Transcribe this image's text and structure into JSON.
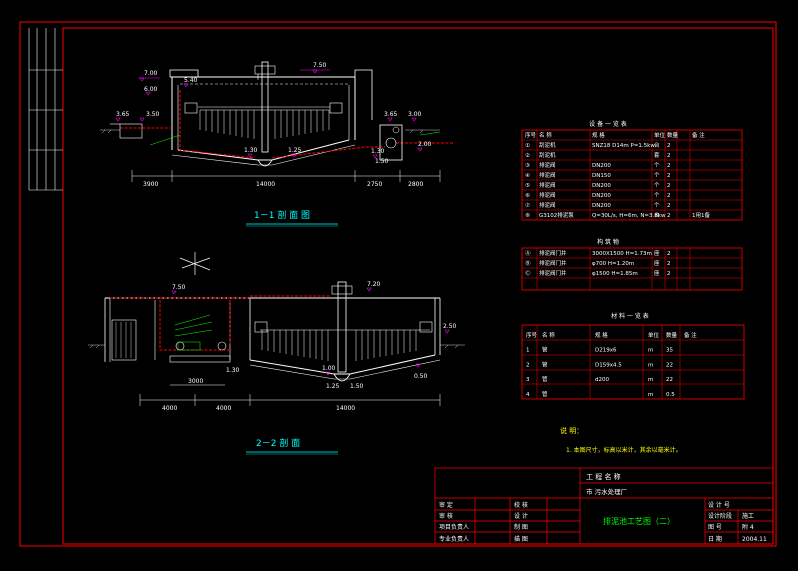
{
  "colors": {
    "background": "#000000",
    "frame": "#ff0000",
    "lines": "#ffffff",
    "levels": "#ff00ff",
    "pipe": "#ff0000",
    "detail": "#00ff00",
    "notes": "#ffff00",
    "equipment": "#00ffff"
  },
  "section1": {
    "title": "1－1 剖 面 图",
    "levels": [
      "7.00",
      "7.50",
      "6.00",
      "3.65",
      "3.50",
      "1.30",
      "1.25",
      "1.50",
      "3.65",
      "3.00",
      "2.00",
      "5.40",
      "1.30"
    ],
    "dims": [
      "3900",
      "14000",
      "2750",
      "2800"
    ]
  },
  "section2": {
    "title": "2－2 剖 面",
    "levels": [
      "7.50",
      "7.20",
      "1.00",
      "1.25",
      "1.50",
      "2.50",
      "0.50",
      "1.30"
    ],
    "dims": [
      "3000",
      "4000",
      "4000",
      "14000"
    ]
  },
  "equipment_table": {
    "title": "设 备 一 览 表",
    "headers": [
      "序号",
      "名 称",
      "规 格",
      "单位",
      "数量",
      "备 注"
    ],
    "rows": [
      [
        "①",
        "刮泥机",
        "SNZ18 D14m P=1.5kw",
        "台",
        "2",
        ""
      ],
      [
        "②",
        "刮泥机",
        "",
        "套",
        "2",
        ""
      ],
      [
        "③",
        "排泥阀",
        "DN200",
        "个",
        "2",
        ""
      ],
      [
        "④",
        "排泥阀",
        "DN150",
        "个",
        "2",
        ""
      ],
      [
        "⑤",
        "排泥阀",
        "DN200",
        "个",
        "2",
        ""
      ],
      [
        "⑥",
        "排泥阀",
        "DN200",
        "个",
        "2",
        ""
      ],
      [
        "⑦",
        "排泥阀",
        "DN200",
        "个",
        "2",
        ""
      ],
      [
        "⑧",
        "G3102排泥泵",
        "Q=30L/s, H=6m, N=3.8kw",
        "台",
        "2",
        "1用1备"
      ]
    ]
  },
  "structure_table": {
    "title": "构 筑 物",
    "rows": [
      [
        "Ⓐ",
        "排泥阀门井",
        "3000X1500 H=1.73m",
        "座",
        "2"
      ],
      [
        "Ⓑ",
        "排泥阀门井",
        "φ700 H=1.20m",
        "座",
        "2"
      ],
      [
        "Ⓒ",
        "排泥阀门井",
        "φ1500 H=1.85m",
        "座",
        "2"
      ]
    ]
  },
  "material_table": {
    "title": "材 料 一 览 表",
    "headers": [
      "序号",
      "名 称",
      "规 格",
      "单位",
      "数量",
      "备 注"
    ],
    "rows": [
      [
        "1",
        "管",
        "D219x6",
        "m",
        "35",
        ""
      ],
      [
        "2",
        "管",
        "D159x4.5",
        "m",
        "22",
        ""
      ],
      [
        "3",
        "管",
        "d200",
        "m",
        "22",
        ""
      ],
      [
        "4",
        "管",
        "",
        "m",
        "0.5",
        ""
      ]
    ]
  },
  "notes": {
    "title": "说 明：",
    "text": "1. 本图尺寸，标高以米计，其余以毫米计。"
  },
  "title_block": {
    "project_label": "工 程 名 称",
    "project_value": "市        污水处理厂",
    "drawing_title": "排泥池工艺图（二）",
    "sig_rows": [
      [
        "审 定",
        "校 核"
      ],
      [
        "审 核",
        "设 计"
      ],
      [
        "项目负责人",
        "制 图"
      ],
      [
        "专业负责人",
        "描 图"
      ]
    ],
    "design_label": "设 计 号",
    "sheet_label": "设计阶段",
    "sheet_value": "施工",
    "number_label": "图 号",
    "number_value": "附 4",
    "date_label": "日 期",
    "date_value": "2004.11"
  }
}
